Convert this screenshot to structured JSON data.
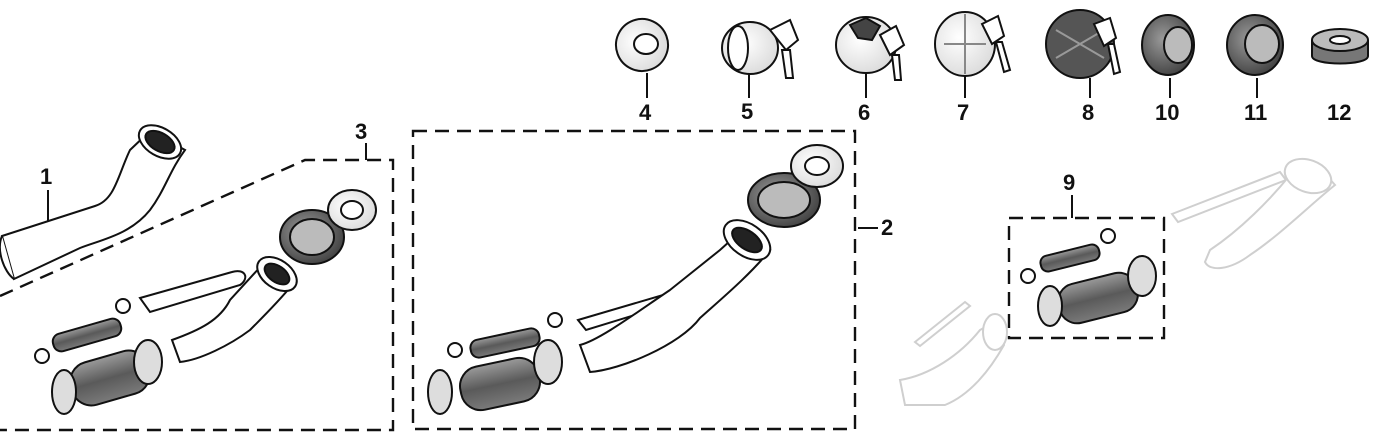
{
  "callouts": [
    {
      "id": "1",
      "label": "1"
    },
    {
      "id": "2",
      "label": "2"
    },
    {
      "id": "3",
      "label": "3"
    },
    {
      "id": "4",
      "label": "4"
    },
    {
      "id": "5",
      "label": "5"
    },
    {
      "id": "6",
      "label": "6"
    },
    {
      "id": "7",
      "label": "7"
    },
    {
      "id": "8",
      "label": "8"
    },
    {
      "id": "9",
      "label": "9"
    },
    {
      "id": "10",
      "label": "10"
    },
    {
      "id": "11",
      "label": "11"
    },
    {
      "id": "12",
      "label": "12"
    }
  ],
  "colors": {
    "ink": "#111111",
    "hose_fill": "#6e6e6e",
    "seal_fill": "#8a8a8a",
    "ghost": "#cfcfcf"
  }
}
